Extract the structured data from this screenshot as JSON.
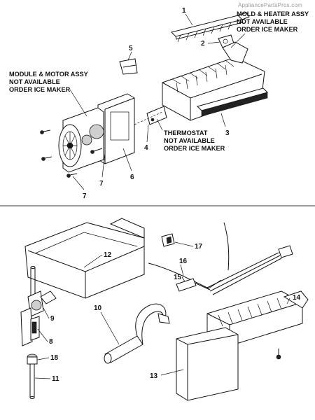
{
  "watermark": "AppliancePartsPros.com",
  "notes": {
    "mold_heater": [
      "MOLD & HEATER ASSY",
      "NOT AVAILABLE",
      "ORDER ICE MAKER"
    ],
    "module_motor": [
      "MODULE & MOTOR ASSY",
      "NOT AVAILABLE",
      "ORDER ICE MAKER"
    ],
    "thermostat": [
      "THERMOSTAT",
      "NOT AVAILABLE",
      "ORDER ICE MAKER"
    ]
  },
  "callouts": {
    "top": [
      "1",
      "2",
      "3",
      "4",
      "5",
      "6",
      "7",
      "7"
    ],
    "bottom": [
      "8",
      "9",
      "10",
      "11",
      "12",
      "13",
      "14",
      "15",
      "16",
      "17",
      "18"
    ]
  }
}
